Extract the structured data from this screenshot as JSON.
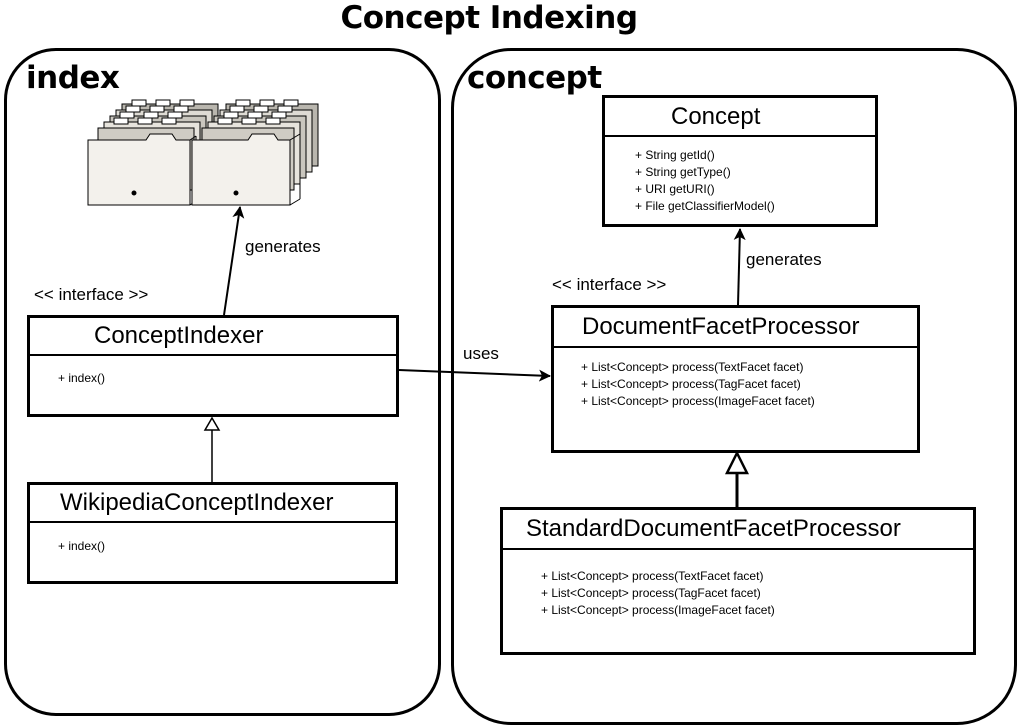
{
  "title": "Concept Indexing",
  "packages": {
    "index": {
      "label": "index"
    },
    "concept": {
      "label": "concept"
    }
  },
  "stereotype": "<< interface >>",
  "classes": {
    "concept_indexer": {
      "name": "ConceptIndexer",
      "methods": [
        "+ index()"
      ]
    },
    "wikipedia_concept_indexer": {
      "name": "WikipediaConceptIndexer",
      "methods": [
        "+ index()"
      ]
    },
    "concept": {
      "name": "Concept",
      "methods": [
        "+ String getId()",
        "+ String getType()",
        "+ URI getURI()",
        "+ File getClassifierModel()"
      ]
    },
    "document_facet_processor": {
      "name": "DocumentFacetProcessor",
      "methods": [
        "+ List<Concept> process(TextFacet facet)",
        "+ List<Concept> process(TagFacet facet)",
        "+ List<Concept> process(ImageFacet facet)"
      ]
    },
    "standard_document_facet_processor": {
      "name": "StandardDocumentFacetProcessor",
      "methods": [
        "+ List<Concept> process(TextFacet facet)",
        "+ List<Concept> process(TagFacet facet)",
        "+ List<Concept> process(ImageFacet facet)"
      ]
    }
  },
  "edges": {
    "generates_index": "generates",
    "generates_concept": "generates",
    "uses": "uses"
  },
  "colors": {
    "stroke": "#000000",
    "background": "#ffffff",
    "folder_fill": "#f3f1ec",
    "folder_shadow": "#b9b6ae"
  },
  "icons": {
    "index_image": "file-cabinet-folders-icon"
  }
}
